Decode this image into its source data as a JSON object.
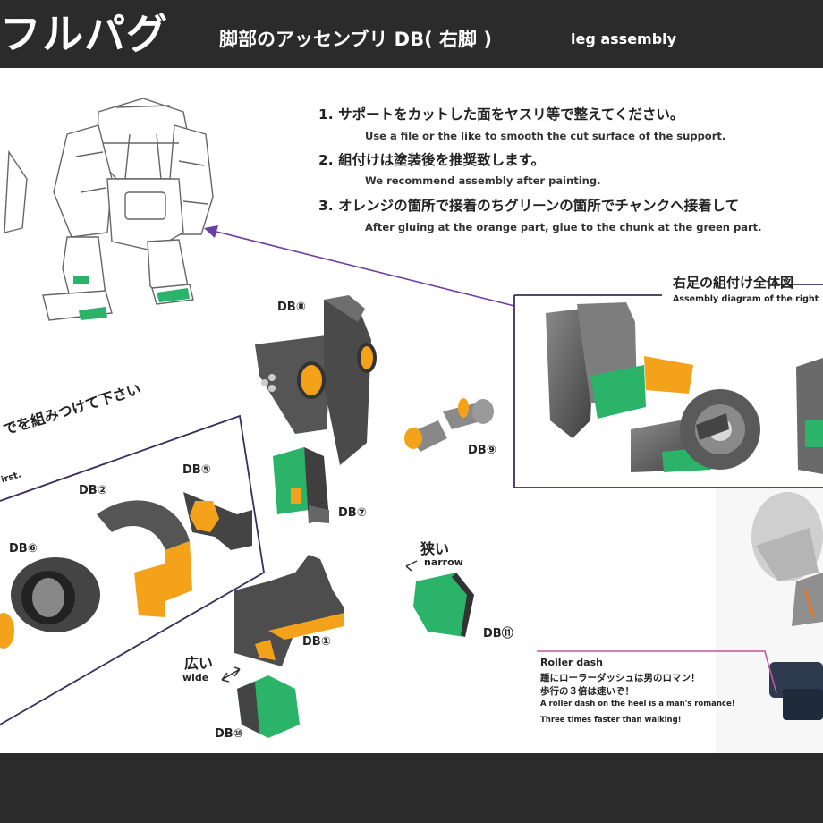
{
  "header": {
    "logo": "フルパグ",
    "title": "脚部のアッセンブリ DB( 右脚 )",
    "subtitle": "leg assembly"
  },
  "instructions": [
    {
      "jp": "1. サポートをカットした面をヤスリ等で整えてください。",
      "en": "Use a file or the like to smooth the cut surface of the support."
    },
    {
      "jp": "2. 組付けは塗装後を推奨致します。",
      "en": "We recommend assembly after painting."
    },
    {
      "jp": "3. オレンジの箇所で接着のちグリーンの箇所でチャンクへ接着して",
      "en": "After gluing at the orange part, glue to the chunk at the green part."
    }
  ],
  "assembly_box": {
    "title": "右足の組付け全体図",
    "subtitle": "Assembly diagram of the right"
  },
  "left_box": {
    "title": "でを組みつけて下さい",
    "subtitle": "irst."
  },
  "parts": {
    "db1": "DB①",
    "db2": "DB②",
    "db5": "DB⑤",
    "db6": "DB⑥",
    "db7": "DB⑦",
    "db8": "DB⑧",
    "db9": "DB⑨",
    "db10": "DB⑩",
    "db11": "DB⑪"
  },
  "notes": {
    "narrow_jp": "狭い",
    "narrow_en": "narrow",
    "wide_jp": "広い",
    "wide_en": "wide"
  },
  "roller": {
    "title": "Roller dash",
    "jp1": "踵にローラーダッシュは男のロマン！",
    "jp2": "歩行の３倍は速いぞ！",
    "en1": "A roller dash on the heel is a man's romance!",
    "en2": "Three times faster than walking!"
  },
  "colors": {
    "bar": "#2b2b2b",
    "orange": "#f5a21b",
    "green": "#2cb36a",
    "frame": "#3a2f5c",
    "arrow": "#6b3fa0",
    "callout": "#c2569b",
    "part_gray": "#555555"
  }
}
